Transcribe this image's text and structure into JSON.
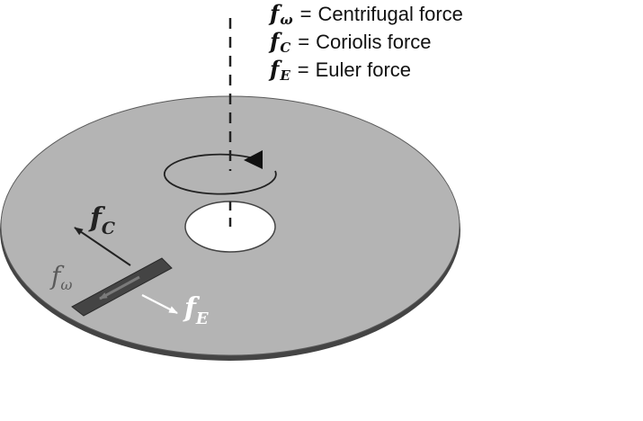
{
  "legend": {
    "items": [
      {
        "symbol": "f",
        "sub": "ω",
        "equals": "=",
        "text": "Centrifugal force"
      },
      {
        "symbol": "f",
        "sub": "C",
        "equals": "=",
        "text": "Coriolis force"
      },
      {
        "symbol": "f",
        "sub": "E",
        "equals": "=",
        "text": "Euler force"
      }
    ]
  },
  "labels": {
    "coriolis": {
      "symbol": "f",
      "sub": "C"
    },
    "centrifugal": {
      "symbol": "f",
      "sub": "ω"
    },
    "euler": {
      "symbol": "f",
      "sub": "E"
    }
  },
  "colors": {
    "disk": "#b4b4b4",
    "disk_edge": "#555555",
    "strip": "#444444",
    "arrow_dark": "#222222",
    "arrow_light": "#ffffff",
    "label_gray": "#5a5a5a"
  }
}
